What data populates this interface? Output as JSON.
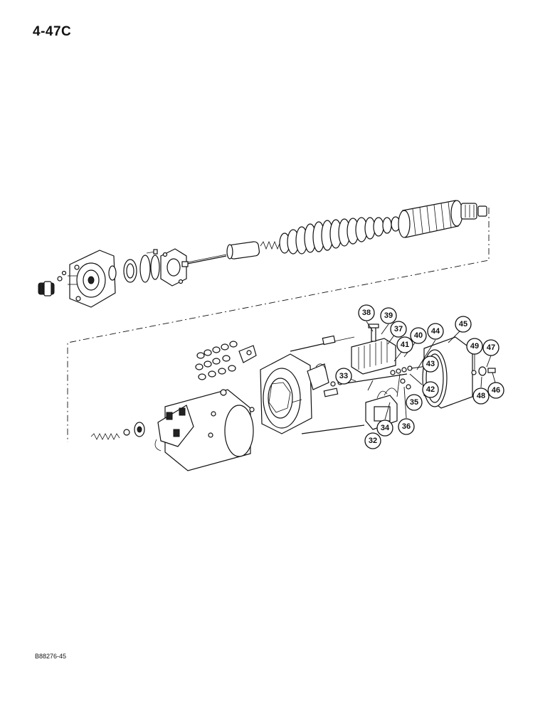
{
  "page": {
    "page_number": "4-47C",
    "figure_ref": "B88276-45"
  },
  "callouts": [
    {
      "id": "c32",
      "label": "32"
    },
    {
      "id": "c33",
      "label": "33"
    },
    {
      "id": "c34",
      "label": "34"
    },
    {
      "id": "c35",
      "label": "35"
    },
    {
      "id": "c36",
      "label": "36"
    },
    {
      "id": "c37",
      "label": "37"
    },
    {
      "id": "c38",
      "label": "38"
    },
    {
      "id": "c39",
      "label": "39"
    },
    {
      "id": "c40",
      "label": "40"
    },
    {
      "id": "c41",
      "label": "41"
    },
    {
      "id": "c42",
      "label": "42"
    },
    {
      "id": "c43",
      "label": "43"
    },
    {
      "id": "c44",
      "label": "44"
    },
    {
      "id": "c45",
      "label": "45"
    },
    {
      "id": "c46",
      "label": "46"
    },
    {
      "id": "c47",
      "label": "47"
    },
    {
      "id": "c48",
      "label": "48"
    },
    {
      "id": "c49",
      "label": "49"
    }
  ]
}
